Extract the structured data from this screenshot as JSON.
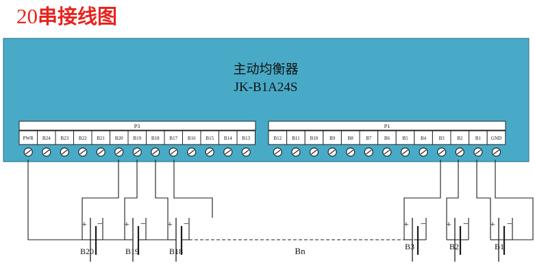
{
  "title": {
    "number": "20",
    "text": "串接线图"
  },
  "device": {
    "name": "主动均衡器",
    "model": "JK-B1A24S"
  },
  "colors": {
    "body": "#48aac7",
    "title": "#e8231d",
    "wire": "#1a1a1a"
  },
  "connectors": {
    "p3": {
      "label": "P3",
      "pins": [
        "PWR",
        "B24",
        "B23",
        "B22",
        "B21",
        "B20",
        "B19",
        "B18",
        "B17",
        "B16",
        "B15",
        "B14",
        "B13"
      ]
    },
    "p1": {
      "label": "P1",
      "pins": [
        "B12",
        "B11",
        "B10",
        "B9",
        "B8",
        "B7",
        "B6",
        "B5",
        "B4",
        "B3",
        "B2",
        "B1",
        "GND"
      ]
    }
  },
  "batteries": [
    {
      "name": "B20",
      "plus": "+",
      "minus": "−"
    },
    {
      "name": "B19",
      "plus": "+",
      "minus": "−"
    },
    {
      "name": "B18",
      "plus": "+",
      "minus": "−"
    },
    {
      "name": "B3",
      "plus": "+",
      "minus": "−"
    },
    {
      "name": "B2",
      "plus": "+",
      "minus": "−"
    },
    {
      "name": "B1",
      "plus": "+",
      "minus": "−"
    }
  ],
  "gap_label": "Bn"
}
